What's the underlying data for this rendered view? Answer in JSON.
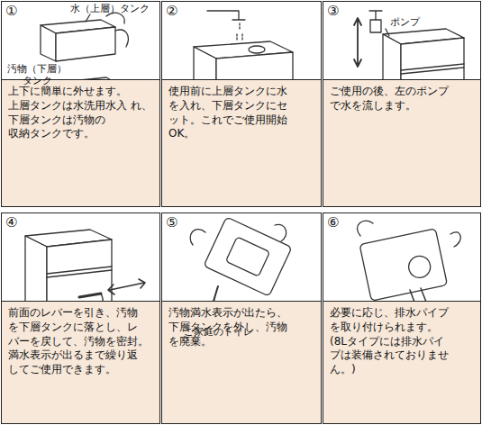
{
  "diagram": {
    "nodes": [
      {
        "text": [
          "①",
          "上下に簡単に外せます。 上層タンクは水洗用水入 れ、下層タンクは汚物の 収納タンクです。"
        ]
      },
      {
        "text": [
          "②",
          "使用前に上層タンクに水 を入れ、下層タンクにセ ット。これでご使用開始 OK。"
        ]
      },
      {
        "text": [
          "③",
          "ご使用の後、左のポンプ で水を流します。"
        ]
      },
      {
        "text": [
          "④",
          "前面のレバーを引き、汚物 を下層タンクに落とし、レ バーを戻して、汚物を密封。 満水表示が出るまで繰り返 してご使用できます。"
        ]
      },
      {
        "text": [
          "⑤",
          "汚物満水表示が出たら、 下層タンクを外し、汚物 を廃棄。"
        ]
      },
      {
        "text": [
          "⑥",
          "必要に応じ、排水パイプ を取り付けられます。 (8Lタイプには排水パイ プは装備されておりませ ん。)"
        ]
      }
    ],
    "labels": [
      "水（上層）タンク",
      "汚物（下層） タンク",
      "ポンプ",
      "ご家庭のトイレ"
    ]
  }
}
